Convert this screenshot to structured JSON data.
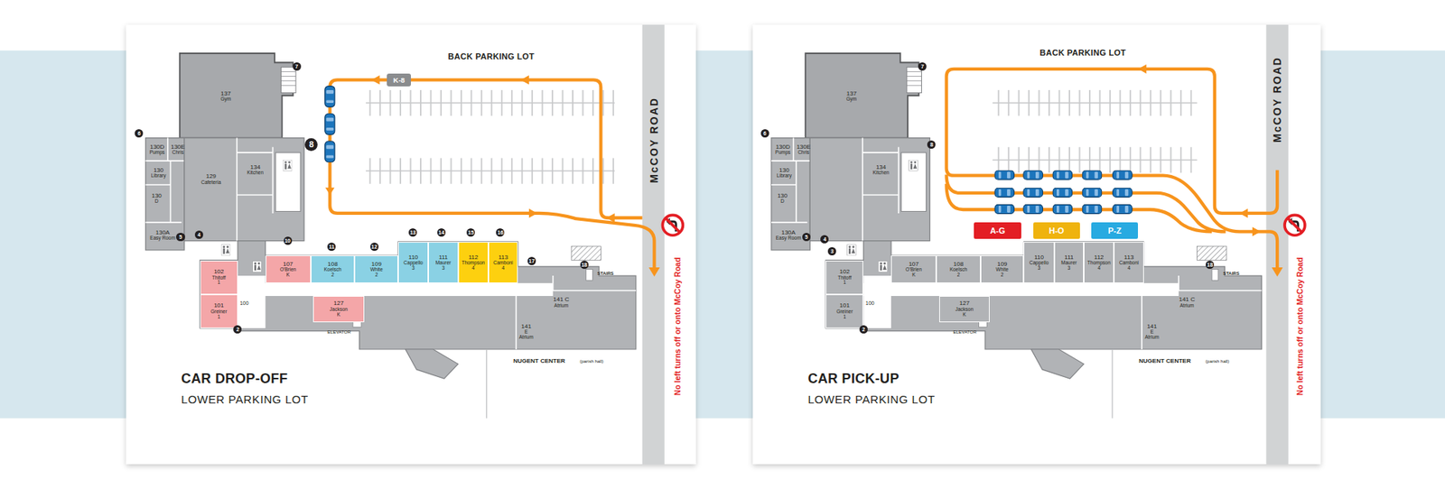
{
  "diagram": {
    "nodes": [
      {
        "text": [
          "CAR DROP-OFF",
          "LOWER PARKING LOT"
        ]
      },
      {
        "text": [
          "137",
          "Gym"
        ],
        "in": 0
      },
      {
        "text": [
          "130D",
          "Pumps"
        ],
        "in": 0
      },
      {
        "text": [
          "130E",
          "Chris"
        ],
        "in": 0
      },
      {
        "text": [
          "130",
          "Library"
        ],
        "in": 0
      },
      {
        "text": [
          "130",
          "D"
        ],
        "in": 0
      },
      {
        "text": [
          "130A",
          "Easy Room"
        ],
        "in": 0
      },
      {
        "text": [
          "129",
          "Cafeteria"
        ],
        "in": 0
      },
      {
        "text": [
          "134",
          "Kitchen"
        ],
        "in": 0
      },
      {
        "text": [
          "102",
          "Thitoff",
          "1"
        ],
        "in": 0
      },
      {
        "text": [
          "101",
          "Greiner",
          "1"
        ],
        "in": 0
      },
      {
        "text": [
          "107",
          "O'Brien",
          "K"
        ],
        "in": 0
      },
      {
        "text": [
          "108",
          "Koelsch",
          "2"
        ],
        "in": 0
      },
      {
        "text": [
          "109",
          "White",
          "2"
        ],
        "in": 0
      },
      {
        "text": [
          "110",
          "Cappello",
          "3"
        ],
        "in": 0
      },
      {
        "text": [
          "111",
          "Maurer",
          "3"
        ],
        "in": 0
      },
      {
        "text": [
          "112",
          "Thompson",
          "4"
        ],
        "in": 0
      },
      {
        "text": [
          "113",
          "Camboni",
          "4"
        ],
        "in": 0
      },
      {
        "text": [
          "127",
          "Jackson",
          "K"
        ],
        "in": 0
      },
      {
        "text": [
          "141 C",
          "Atrium"
        ],
        "in": 0
      },
      {
        "text": [
          "141",
          "E",
          "Atrium"
        ],
        "in": 0
      },
      {
        "text": [
          "K-8"
        ],
        "in": 0
      },
      {
        "text": [
          "7"
        ],
        "in": 0
      },
      {
        "text": [
          "6"
        ],
        "in": 0
      },
      {
        "text": [
          "8"
        ],
        "in": 0
      },
      {
        "text": [
          "5"
        ],
        "in": 0
      },
      {
        "text": [
          "4"
        ],
        "in": 0
      },
      {
        "text": [
          "10"
        ],
        "in": 0
      },
      {
        "text": [
          "11"
        ],
        "in": 0
      },
      {
        "text": [
          "12"
        ],
        "in": 0
      },
      {
        "text": [
          "13"
        ],
        "in": 0
      },
      {
        "text": [
          "14"
        ],
        "in": 0
      },
      {
        "text": [
          "15"
        ],
        "in": 0
      },
      {
        "text": [
          "16"
        ],
        "in": 0
      },
      {
        "text": [
          "17"
        ],
        "in": 0
      },
      {
        "text": [
          "18"
        ],
        "in": 0
      },
      {
        "text": [
          "2"
        ],
        "in": 0
      },
      {
        "text": [
          "CAR PICK-UP",
          "LOWER PARKING LOT"
        ]
      },
      {
        "text": [
          "137",
          "Gym"
        ],
        "in": 37
      },
      {
        "text": [
          "130D",
          "Pumps"
        ],
        "in": 37
      },
      {
        "text": [
          "130E",
          "Chris"
        ],
        "in": 37
      },
      {
        "text": [
          "130",
          "Library"
        ],
        "in": 37
      },
      {
        "text": [
          "130",
          "D"
        ],
        "in": 37
      },
      {
        "text": [
          "130A",
          "Easy Room"
        ],
        "in": 37
      },
      {
        "text": [
          "134",
          "Kitchen"
        ],
        "in": 37
      },
      {
        "text": [
          "102",
          "Thitoff",
          "1"
        ],
        "in": 37
      },
      {
        "text": [
          "101",
          "Greiner",
          "1"
        ],
        "in": 37
      },
      {
        "text": [
          "107",
          "O'Brien",
          "K"
        ],
        "in": 37
      },
      {
        "text": [
          "108",
          "Koelsch",
          "2"
        ],
        "in": 37
      },
      {
        "text": [
          "109",
          "White",
          "2"
        ],
        "in": 37
      },
      {
        "text": [
          "110",
          "Cappello",
          "3"
        ],
        "in": 37
      },
      {
        "text": [
          "111",
          "Maurer",
          "3"
        ],
        "in": 37
      },
      {
        "text": [
          "112",
          "Thompson",
          "4"
        ],
        "in": 37
      },
      {
        "text": [
          "113",
          "Camboni",
          "4"
        ],
        "in": 37
      },
      {
        "text": [
          "127",
          "Jackson",
          "K"
        ],
        "in": 37
      },
      {
        "text": [
          "141 C",
          "Atrium"
        ],
        "in": 37
      },
      {
        "text": [
          "141",
          "E",
          "Atrium"
        ],
        "in": 37
      },
      {
        "text": [
          "A-G"
        ],
        "in": 37
      },
      {
        "text": [
          "H-O"
        ],
        "in": 37
      },
      {
        "text": [
          "P-Z"
        ],
        "in": 37
      },
      {
        "text": [
          "7"
        ],
        "in": 37
      },
      {
        "text": [
          "6"
        ],
        "in": 37
      },
      {
        "text": [
          "8"
        ],
        "in": 37
      },
      {
        "text": [
          "5"
        ],
        "in": 37
      },
      {
        "text": [
          "4"
        ],
        "in": 37
      },
      {
        "text": [
          "3"
        ],
        "in": 37
      },
      {
        "text": [
          "2"
        ],
        "in": 37
      },
      {
        "text": [
          "18"
        ],
        "in": 37
      }
    ],
    "labels": [
      "BACK PARKING LOT",
      "McCOY ROAD",
      "No left turns off or onto McCoy Road",
      "100",
      "STAIRS",
      "ELEVATOR",
      "NUGENT CENTER",
      "(parish hall)",
      "BACK PARKING LOT",
      "McCOY ROAD",
      "No left turns off or onto McCoy Road",
      "100",
      "STAIRS",
      "ELEVATOR",
      "NUGENT CENTER",
      "(parish hall)"
    ]
  }
}
